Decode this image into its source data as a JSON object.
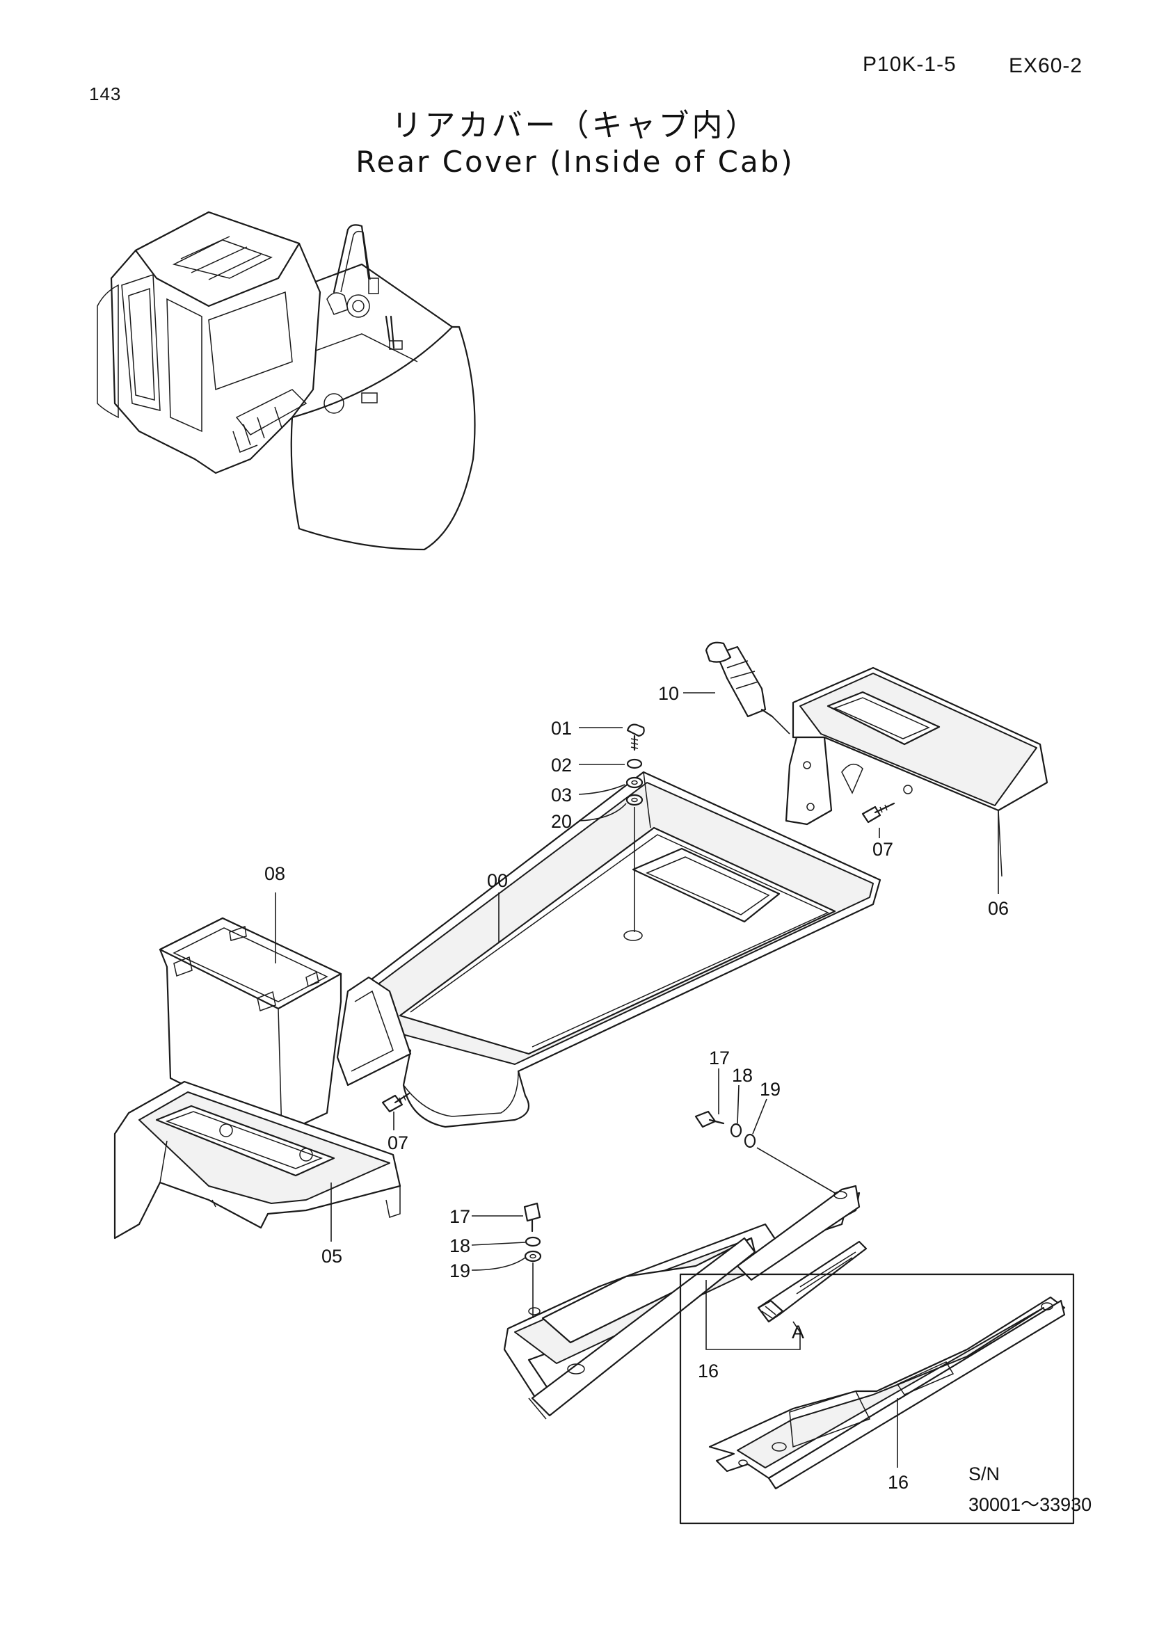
{
  "header": {
    "page_number": "143",
    "doc_reference": "P10K-1-5",
    "model": "EX60-2",
    "title_jp": "リアカバー（キャブ内）",
    "title_en": "Rear Cover (Inside of Cab)"
  },
  "callouts": {
    "c00": "00",
    "c01": "01",
    "c02": "02",
    "c03": "03",
    "c20": "20",
    "c10": "10",
    "c07a": "07",
    "c06": "06",
    "c08": "08",
    "c07b": "07",
    "c05": "05",
    "c17a": "17",
    "c18a": "18",
    "c19a": "19",
    "c17b": "17",
    "c18b": "18",
    "c19b": "19",
    "c16a": "16",
    "detailA": "A",
    "c16b": "16"
  },
  "inset": {
    "serial_label": "S/N",
    "serial_range": "30001～33930"
  }
}
